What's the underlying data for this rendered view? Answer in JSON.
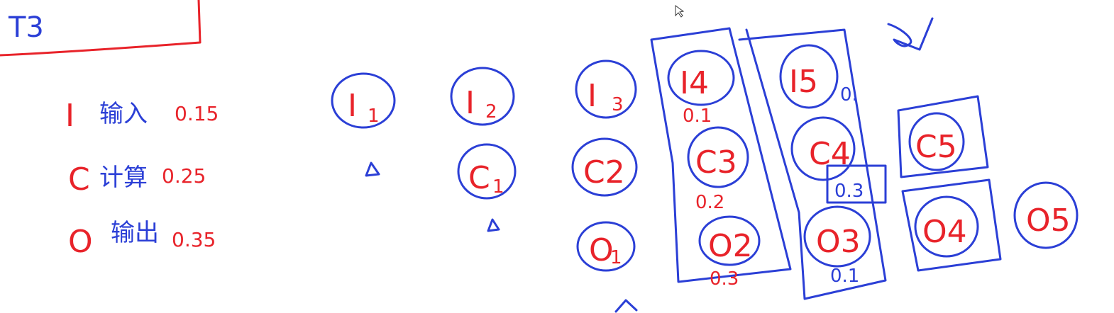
{
  "title": "T3",
  "legend": [
    {
      "letter": "I",
      "word": "输入",
      "value": "0.15"
    },
    {
      "letter": "C",
      "word": "计算",
      "value": "0.25"
    },
    {
      "letter": "O",
      "word": "输出",
      "value": "0.35"
    }
  ],
  "nodes": {
    "I1": {
      "main": "I",
      "sub": "1"
    },
    "I2": {
      "main": "I",
      "sub": "2"
    },
    "I3": {
      "main": "I",
      "sub": "3"
    },
    "I4": {
      "main": "I4"
    },
    "I5": {
      "main": "I5"
    },
    "C1": {
      "main": "C",
      "sub": "1"
    },
    "C2": {
      "main": "C2"
    },
    "C3": {
      "main": "C3"
    },
    "C4": {
      "main": "C4"
    },
    "C5": {
      "main": "C5"
    },
    "O1": {
      "main": "O",
      "sub": "1"
    },
    "O2": {
      "main": "O2"
    },
    "O3": {
      "main": "O3"
    },
    "O4": {
      "main": "O4"
    },
    "O5": {
      "main": "O5"
    }
  },
  "annotations": {
    "i4_val": "0.1",
    "c3_val": "0.2",
    "o2_val": "0.3",
    "i5_val": "0.",
    "c4_val": "0.3",
    "o3_val": "0.1"
  }
}
